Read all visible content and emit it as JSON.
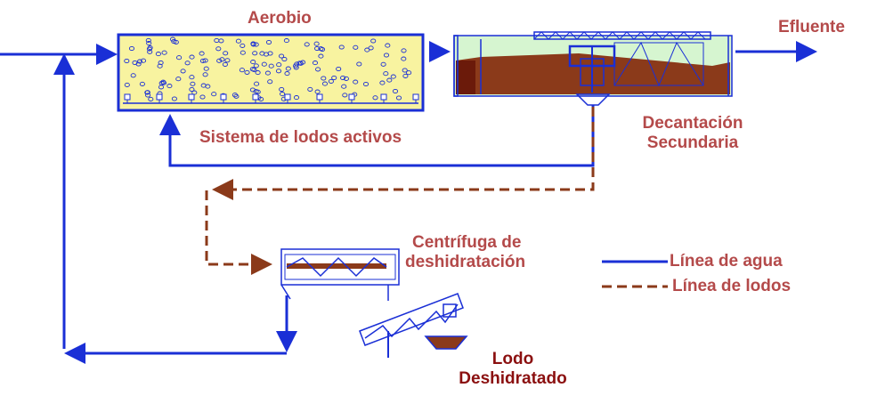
{
  "labels": {
    "aerobio": "Aerobio",
    "efluente": "Efluente",
    "sistema": "Sistema de lodos activos",
    "decantacion_1": "Decantación",
    "decantacion_2": "Secundaria",
    "centrifuga_1": "Centrífuga de",
    "centrifuga_2": "deshidratación",
    "lodo_1": "Lodo",
    "lodo_2": "Deshidratado"
  },
  "legend": [
    {
      "label": "Línea de agua",
      "style": "solid",
      "color": "#1a2fd6"
    },
    {
      "label": "Línea de lodos",
      "style": "dashed",
      "color": "#8b3a1a"
    }
  ],
  "colors": {
    "water_line": "#1a2fd6",
    "sludge_line": "#8b3a1a",
    "label_text": "#b44a4a",
    "lodo_text": "#8b1010",
    "aerobic_fill": "#f8f3a0",
    "clarifier_water": "#d6f5d0",
    "sludge_fill": "#8b3a1a"
  }
}
